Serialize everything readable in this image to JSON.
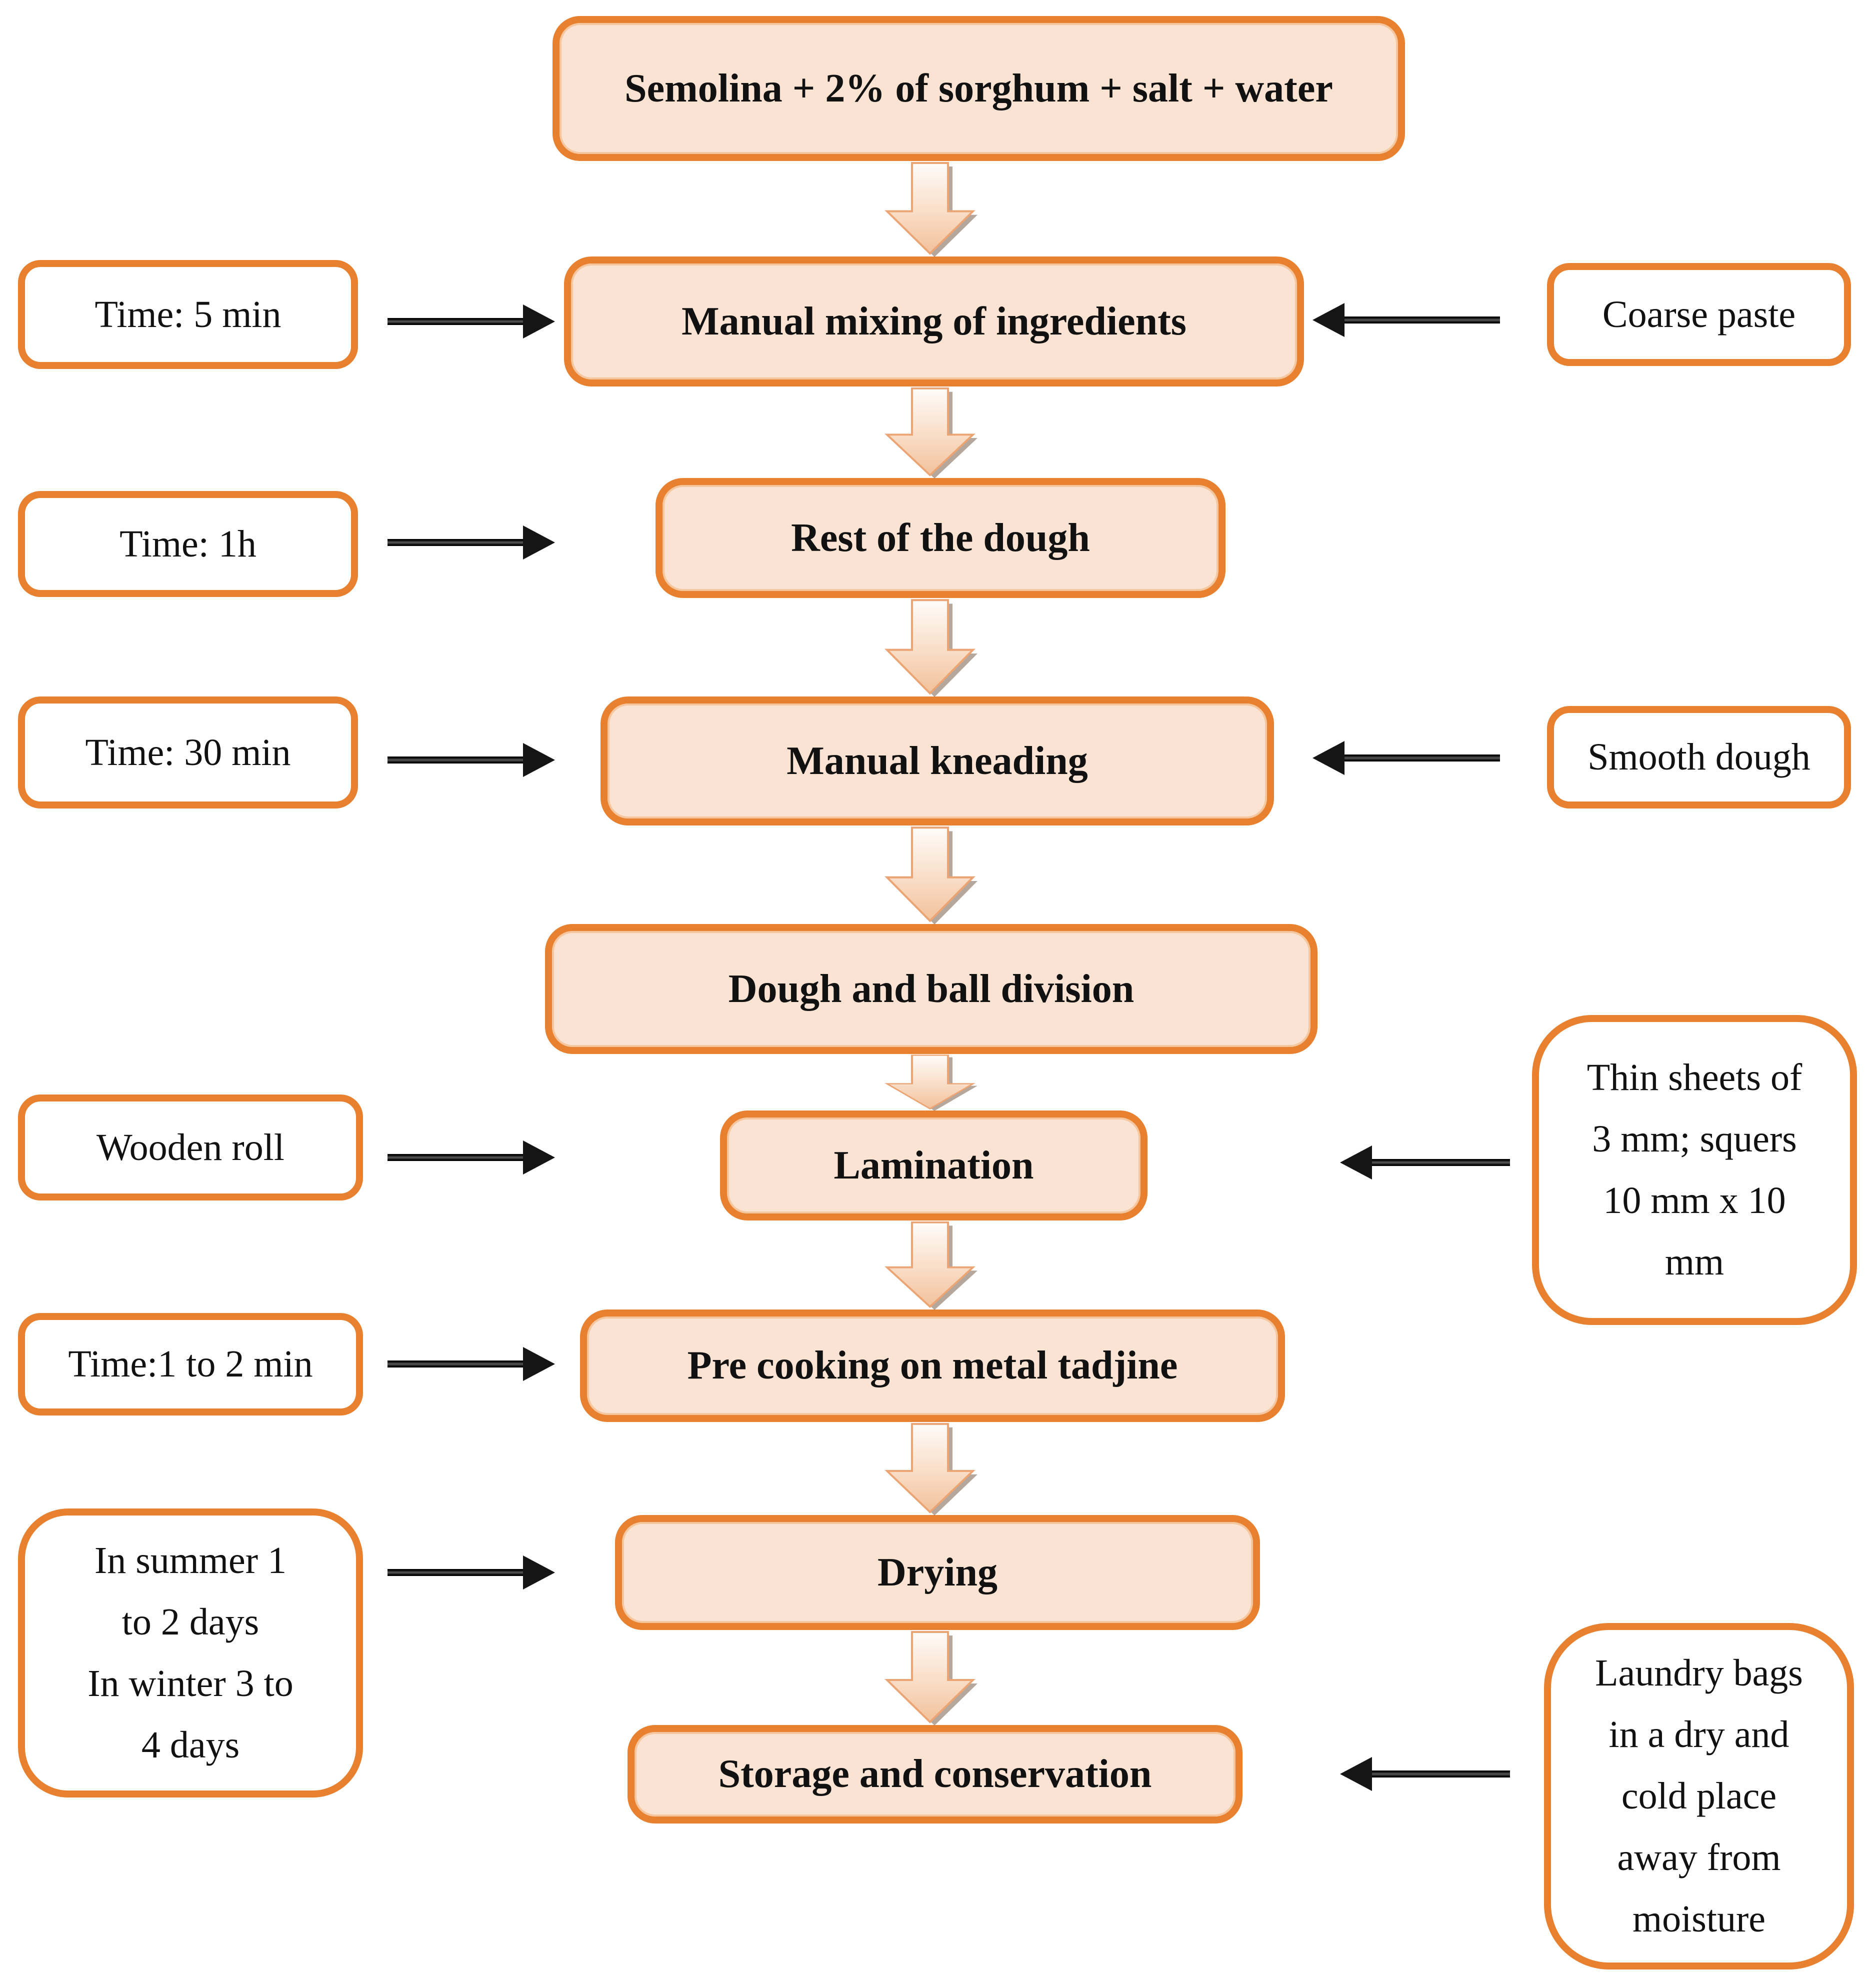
{
  "diagram": {
    "steps": [
      "Semolina + 2% of sorghum + salt + water",
      "Manual mixing of ingredients",
      "Rest of the dough",
      "Manual kneading",
      "Dough and ball division",
      "Lamination",
      "Pre cooking on metal tadjine",
      "Drying",
      "Storage and conservation"
    ],
    "left_notes": [
      "Time: 5 min",
      "Time: 1h",
      "Time: 30 min",
      "Wooden roll",
      "Time:1 to 2 min",
      "In summer 1\nto 2 days\nIn winter 3 to\n4 days"
    ],
    "right_notes": [
      "Coarse paste",
      "Smooth dough",
      "Thin sheets of\n3 mm; squers\n10 mm x 10\nmm",
      "Laundry bags\nin a dry and\ncold place\naway from\nmoisture"
    ],
    "colors": {
      "box_border": "#E8812F",
      "process_fill": "#FAE3D2",
      "note_fill": "#FFFFFF",
      "text": "#111111",
      "connector_arrow": "#151515",
      "block_arrow_outline": "#EBA473",
      "block_arrow_fill_top": "#FEFCFA",
      "block_arrow_fill_bottom": "#F2C19B",
      "block_arrow_shadow": "#785F4B"
    }
  }
}
